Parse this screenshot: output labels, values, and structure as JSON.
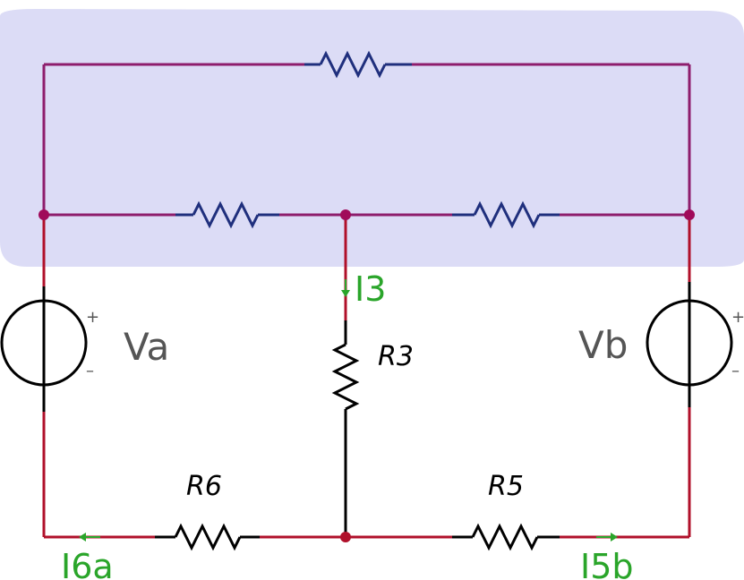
{
  "colors": {
    "highlight": "#dcdcf6",
    "wire_dark_red": "#b0102a",
    "wire_purple": "#8e1d6c",
    "resistor_blue": "#1f2f7d",
    "resistor_black": "#000000",
    "node": "#a00a5a",
    "current_green": "#2aa52a",
    "source_label": "#555555"
  },
  "labels": {
    "source_a": "Va",
    "source_b": "Vb",
    "r3": "R3",
    "r5": "R5",
    "r6": "R6",
    "i3": "I3",
    "i5b": "I5b",
    "i6a": "I6a",
    "plus": "+",
    "minus": "–"
  }
}
